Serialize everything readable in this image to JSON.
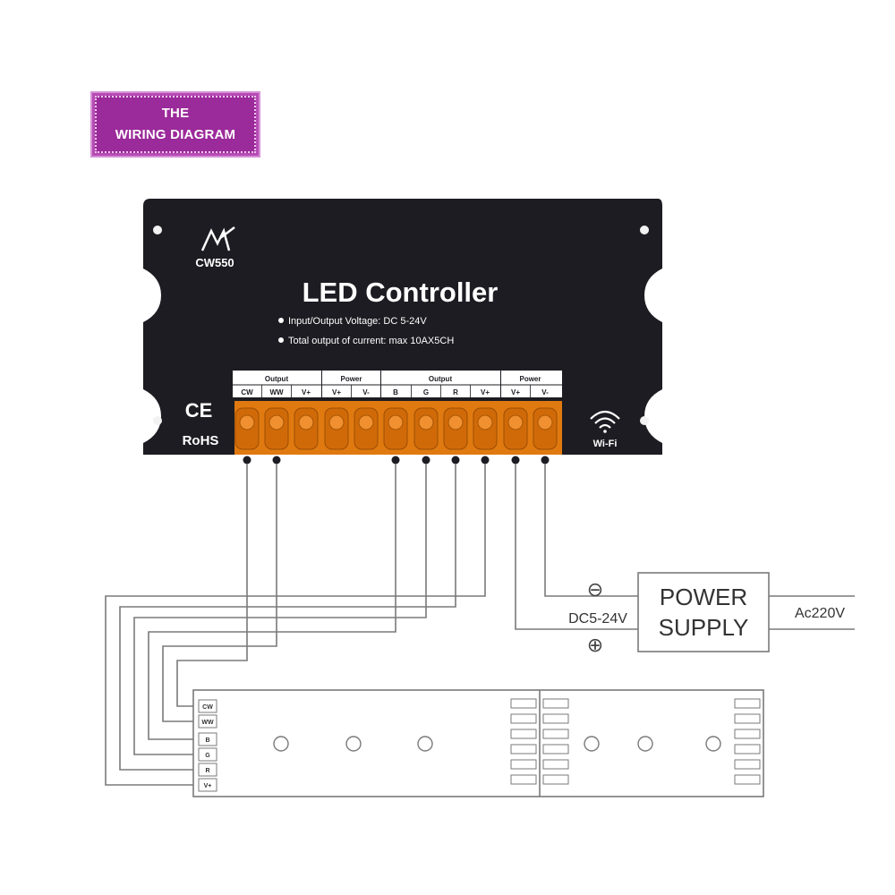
{
  "badge": {
    "line1": "THE",
    "line2": "WIRING DIAGRAM"
  },
  "controller": {
    "model": "CW550",
    "title": "LED Controller",
    "spec1": "Input/Output Voltage: DC 5-24V",
    "spec2": "Total output of current: max 10AX5CH",
    "ce": "CE",
    "rohs": "RoHS",
    "wifi": "Wi-Fi",
    "groups": [
      {
        "label": "Output"
      },
      {
        "label": "Power"
      },
      {
        "label": "Output"
      },
      {
        "label": "Power"
      }
    ],
    "terminals": [
      "CW",
      "WW",
      "V+",
      "V+",
      "V-",
      "B",
      "G",
      "R",
      "V+",
      "V+",
      "V-"
    ]
  },
  "power_supply": {
    "line1": "POWER",
    "line2": "SUPPLY",
    "dc_label": "DC5-24V",
    "ac_label": "Ac220V",
    "minus": "⊖",
    "plus": "⊕"
  },
  "strip": {
    "pads": [
      "CW",
      "WW",
      "B",
      "G",
      "R",
      "V+"
    ]
  },
  "colors": {
    "controller_body": "#1c1c22",
    "terminal_orange": "#e07a10",
    "wire": "#7a7a7a",
    "badge": "#9b2a9a"
  }
}
